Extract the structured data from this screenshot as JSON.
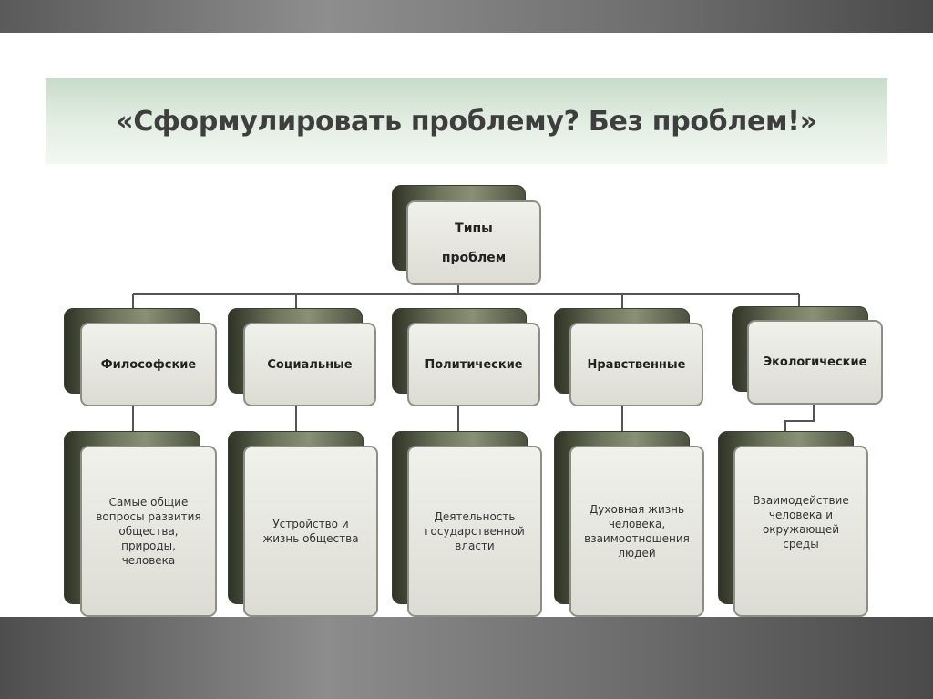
{
  "title": "«Сформулировать проблему? Без проблем!»",
  "root": {
    "label": "Типы\nпроблем"
  },
  "categories": [
    {
      "label": "Философские",
      "description": "Самые общие\nвопросы развития\nобщества,\nприроды,\nчеловека"
    },
    {
      "label": "Социальные",
      "description": "Устройство и\nжизнь общества"
    },
    {
      "label": "Политические",
      "description": "Деятельность\nгосударственной\nвласти"
    },
    {
      "label": "Нравственные",
      "description": "Духовная жизнь\nчеловека,\nвзаимоотношения\nлюдей"
    },
    {
      "label": "Экологические",
      "description": "Взаимодействие\nчеловека и\nокружающей\nсреды"
    }
  ],
  "colors": {
    "title_band": "#d9e8d9",
    "node_face": "#e6e6e0",
    "node_shadow": "#5c624c",
    "connector": "#555555"
  }
}
